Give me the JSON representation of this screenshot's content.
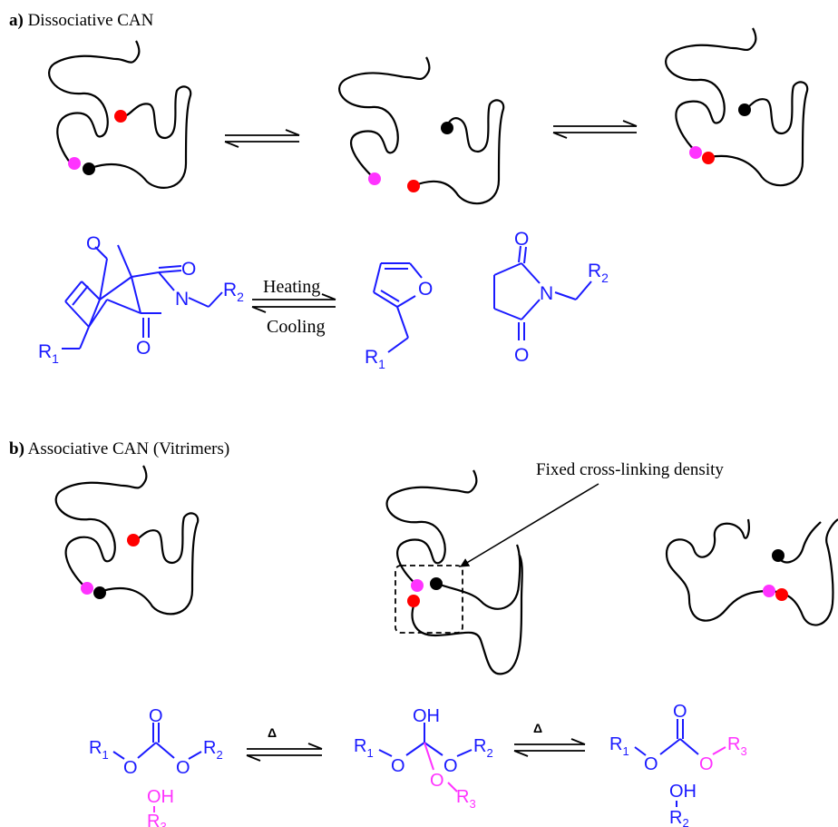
{
  "colors": {
    "chain": "#000000",
    "chemistry": "#1a1aff",
    "magenta": "#ff33ff",
    "red": "#ff0000",
    "black_dot": "#000000"
  },
  "section_a": {
    "label_bold": "a)",
    "label_text": " Dissociative CAN",
    "reaction": {
      "forward_label": "Heating",
      "reverse_label": "Cooling"
    }
  },
  "section_b": {
    "label_bold": "b)",
    "label_text": " Associative CAN (Vitrimers)",
    "annotation": "Fixed cross-linking density",
    "heat_symbol": "Δ"
  },
  "atoms": {
    "O": "O",
    "N": "N",
    "OH": "OH",
    "R": "R",
    "sub1": "1",
    "sub2": "2",
    "sub3": "3"
  }
}
